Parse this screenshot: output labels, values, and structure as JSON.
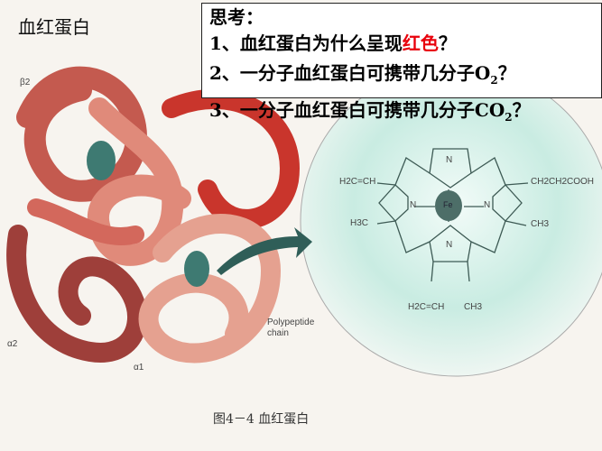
{
  "slide": {
    "title": "血红蛋白",
    "think": {
      "heading": "思考：",
      "q1_prefix": "1、血红蛋白为什么呈现",
      "q1_highlight": "红色",
      "q1_suffix": "？",
      "q2_prefix": "2、一分子血红蛋白可携带几分子O",
      "q2_sub": "2",
      "q2_suffix": "？",
      "q3_prefix": "3、一分子血红蛋白可携带几分子CO",
      "q3_sub": "2",
      "q3_suffix": "？"
    },
    "highlight_color": "#e8000b",
    "figure": {
      "labels": {
        "beta2": "β2",
        "alpha2": "α2",
        "alpha1": "α1",
        "polypeptide": "Polypeptide",
        "chain": "chain"
      },
      "heme": {
        "fe": "Fe",
        "n": "N",
        "top_left": "H2C=CH",
        "left": "H3C",
        "right_top": "CH2CH2COOH",
        "right": "CH3",
        "bottom_left": "H2C=CH",
        "bottom_right": "CH3"
      },
      "caption": "图4－4 血红蛋白"
    }
  }
}
